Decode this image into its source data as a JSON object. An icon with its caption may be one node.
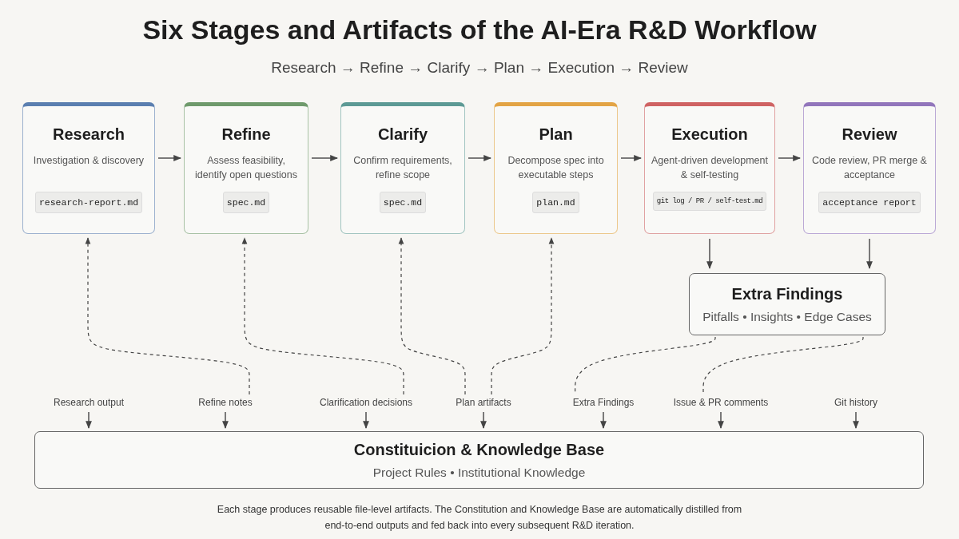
{
  "diagram": {
    "title": "Six Stages and Artifacts of the AI-Era R&D Workflow",
    "caption": "Each stage produces reusable file-level artifacts. The Constitution and Knowledge Base are automatically distilled from end-to-end outputs and fed back into every subsequent R&D iteration.",
    "nodes": [
      {
        "text": [
          "Research",
          "Investigation & discovery",
          "research-report.md"
        ]
      },
      {
        "text": [
          "Refine",
          "Assess feasibility, identify open questions",
          "spec.md"
        ]
      },
      {
        "text": [
          "Clarify",
          "Confirm requirements, refine scope",
          "spec.md"
        ]
      },
      {
        "text": [
          "Plan",
          "Decompose spec into executable steps",
          "plan.md"
        ]
      },
      {
        "text": [
          "Execution",
          "Agent-driven development & self-testing",
          "git log / PR / self-test.md"
        ]
      },
      {
        "text": [
          "Review",
          "Code review, PR merge & acceptance",
          "acceptance report"
        ]
      },
      {
        "text": [
          "Extra Findings",
          "Pitfalls • Insights • Edge Cases"
        ]
      },
      {
        "text": [
          "Constituicion & Knowledge Base",
          "Project Rules • Institutional Knowledge"
        ]
      },
      {
        "text": [
          "Research output"
        ]
      },
      {
        "text": [
          "Refine notes"
        ]
      },
      {
        "text": [
          "Clarification decisions"
        ]
      },
      {
        "text": [
          "Plan artifacts"
        ]
      },
      {
        "text": [
          "Extra Findings"
        ]
      },
      {
        "text": [
          "Issue & PR comments"
        ]
      },
      {
        "text": [
          "Git history"
        ]
      }
    ],
    "edges": [
      {
        "from": 0,
        "to": 1,
        "arrow": "to"
      },
      {
        "from": 1,
        "to": 2,
        "arrow": "to"
      },
      {
        "from": 2,
        "to": 3,
        "arrow": "to"
      },
      {
        "from": 3,
        "to": 4,
        "arrow": "to"
      },
      {
        "from": 4,
        "to": 5,
        "arrow": "to"
      },
      {
        "from": 4,
        "to": 6,
        "arrow": "to"
      },
      {
        "from": 5,
        "to": 6,
        "arrow": "to"
      },
      {
        "from": 9,
        "to": 0,
        "arrow": "to",
        "style": "dashed"
      },
      {
        "from": 10,
        "to": 1,
        "arrow": "to",
        "style": "dashed"
      },
      {
        "from": 11,
        "to": 2,
        "arrow": "to",
        "style": "dashed"
      },
      {
        "from": 11,
        "to": 3,
        "arrow": "to",
        "style": "dashed"
      },
      {
        "from": 6,
        "to": 12,
        "arrow": "none",
        "style": "dashed"
      },
      {
        "from": 6,
        "to": 13,
        "arrow": "none",
        "style": "dashed"
      },
      {
        "from": 8,
        "to": 7,
        "arrow": "to"
      },
      {
        "from": 9,
        "to": 7,
        "arrow": "to"
      },
      {
        "from": 10,
        "to": 7,
        "arrow": "to"
      },
      {
        "from": 11,
        "to": 7,
        "arrow": "to"
      },
      {
        "from": 12,
        "to": 7,
        "arrow": "to"
      },
      {
        "from": 13,
        "to": 7,
        "arrow": "to"
      },
      {
        "from": 14,
        "to": 7,
        "arrow": "to"
      }
    ],
    "labels": [
      "Research → Refine → Clarify → Plan → Execution → Review"
    ]
  }
}
